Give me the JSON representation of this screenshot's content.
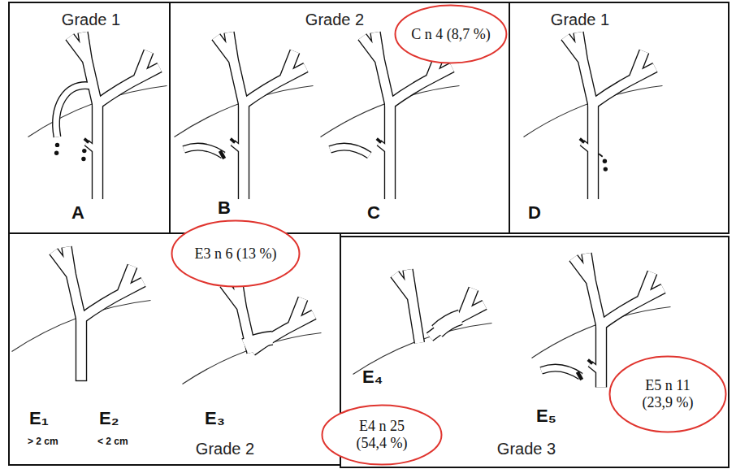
{
  "diagram": {
    "nodes": [
      {
        "text": [
          "Grade 1"
        ]
      },
      {
        "text": [
          "Grade 2"
        ]
      },
      {
        "text": [
          "Grade 1"
        ]
      },
      {
        "text": [
          "Grade 2"
        ]
      },
      {
        "text": [
          "Grade 3"
        ]
      },
      {
        "text": [
          "C n 4 (8,7 %)"
        ]
      },
      {
        "text": [
          "E3 n 6 (13 %)"
        ]
      },
      {
        "text": [
          "E4 n 25 (54,4 %)"
        ]
      },
      {
        "text": [
          "E5 n 11 (23,9 %)"
        ]
      }
    ],
    "labels": [
      "A",
      "B",
      "C",
      "D",
      "E₁",
      "E₂",
      "E₃",
      "> 2 cm",
      "< 2 cm",
      "E₄",
      "E₅"
    ]
  }
}
